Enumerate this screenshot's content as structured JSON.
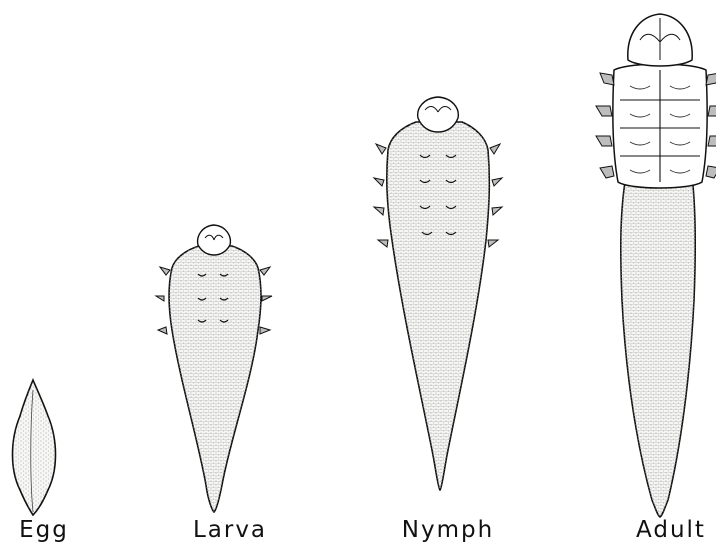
{
  "stages": [
    {
      "id": "egg",
      "label": "Egg"
    },
    {
      "id": "larva",
      "label": "Larva"
    },
    {
      "id": "nymph",
      "label": "Nymph"
    },
    {
      "id": "adult",
      "label": "Adult"
    }
  ],
  "colors": {
    "ink": "#111111",
    "body_fill": "#f6f6f4",
    "stipple": "#7a7a7a",
    "leg": "#bdbdbd",
    "background": "#ffffff"
  }
}
